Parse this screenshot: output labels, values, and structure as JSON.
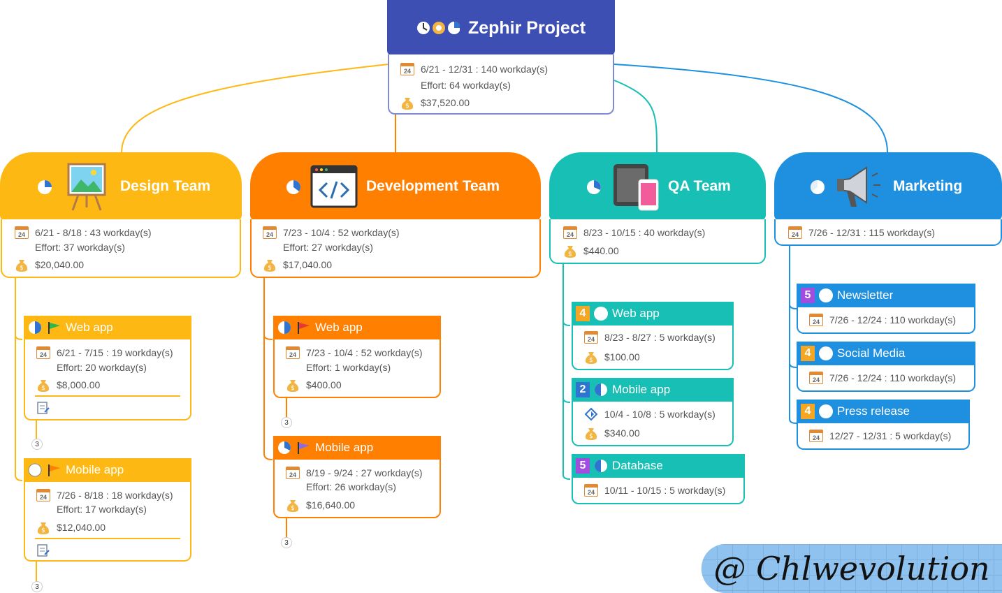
{
  "root": {
    "title": "Zephir Project",
    "dates": "6/21 - 12/31 : 140 workday(s)",
    "effort": "Effort: 64 workday(s)",
    "cost": "$37,520.00",
    "color": "#3E4FB4"
  },
  "calendar_icon_label": "24",
  "teams": [
    {
      "name": "Design Team",
      "color": "#FDB813",
      "dates": "6/21 - 8/18 : 43 workday(s)",
      "effort": "Effort: 37 workday(s)",
      "cost": "$20,040.00",
      "tasks": [
        {
          "title": "Web app",
          "dates": "6/21 - 7/15 : 19 workday(s)",
          "effort": "Effort: 20 workday(s)",
          "cost": "$8,000.00",
          "count": "3"
        },
        {
          "title": "Mobile app",
          "dates": "7/26 - 8/18 : 18 workday(s)",
          "effort": "Effort: 17 workday(s)",
          "cost": "$12,040.00",
          "count": "3"
        }
      ]
    },
    {
      "name": "Development Team",
      "color": "#FF7F00",
      "dates": "7/23 - 10/4 : 52 workday(s)",
      "effort": "Effort: 27 workday(s)",
      "cost": "$17,040.00",
      "tasks": [
        {
          "title": "Web app",
          "dates": "7/23 - 10/4 : 52 workday(s)",
          "effort": "Effort: 1 workday(s)",
          "cost": "$400.00",
          "count": "3"
        },
        {
          "title": "Mobile app",
          "dates": "8/19 - 9/24 : 27 workday(s)",
          "effort": "Effort: 26 workday(s)",
          "cost": "$16,640.00",
          "count": "3"
        }
      ]
    },
    {
      "name": "QA Team",
      "color": "#17BFB4",
      "dates": "8/23 - 10/15 : 40 workday(s)",
      "cost": "$440.00",
      "tasks": [
        {
          "badge": "4",
          "title": "Web app",
          "dates": "8/23 - 8/27 : 5 workday(s)",
          "cost": "$100.00"
        },
        {
          "badge": "2",
          "title": "Mobile app",
          "dates": "10/4 - 10/8 : 5 workday(s)",
          "cost": "$340.00"
        },
        {
          "badge": "5",
          "title": "Database",
          "dates": "10/11 - 10/15 : 5 workday(s)"
        }
      ]
    },
    {
      "name": "Marketing",
      "color": "#1E90DF",
      "dates": "7/26 - 12/31 : 115 workday(s)",
      "tasks": [
        {
          "badge": "5",
          "title": "Newsletter",
          "dates": "7/26 - 12/24 : 110 workday(s)"
        },
        {
          "badge": "4",
          "title": "Social Media",
          "dates": "7/26 - 12/24 : 110 workday(s)"
        },
        {
          "badge": "4",
          "title": "Press release",
          "dates": "12/27 - 12/31 : 5 workday(s)"
        }
      ]
    }
  ],
  "watermark": "@ Chlwevolution"
}
